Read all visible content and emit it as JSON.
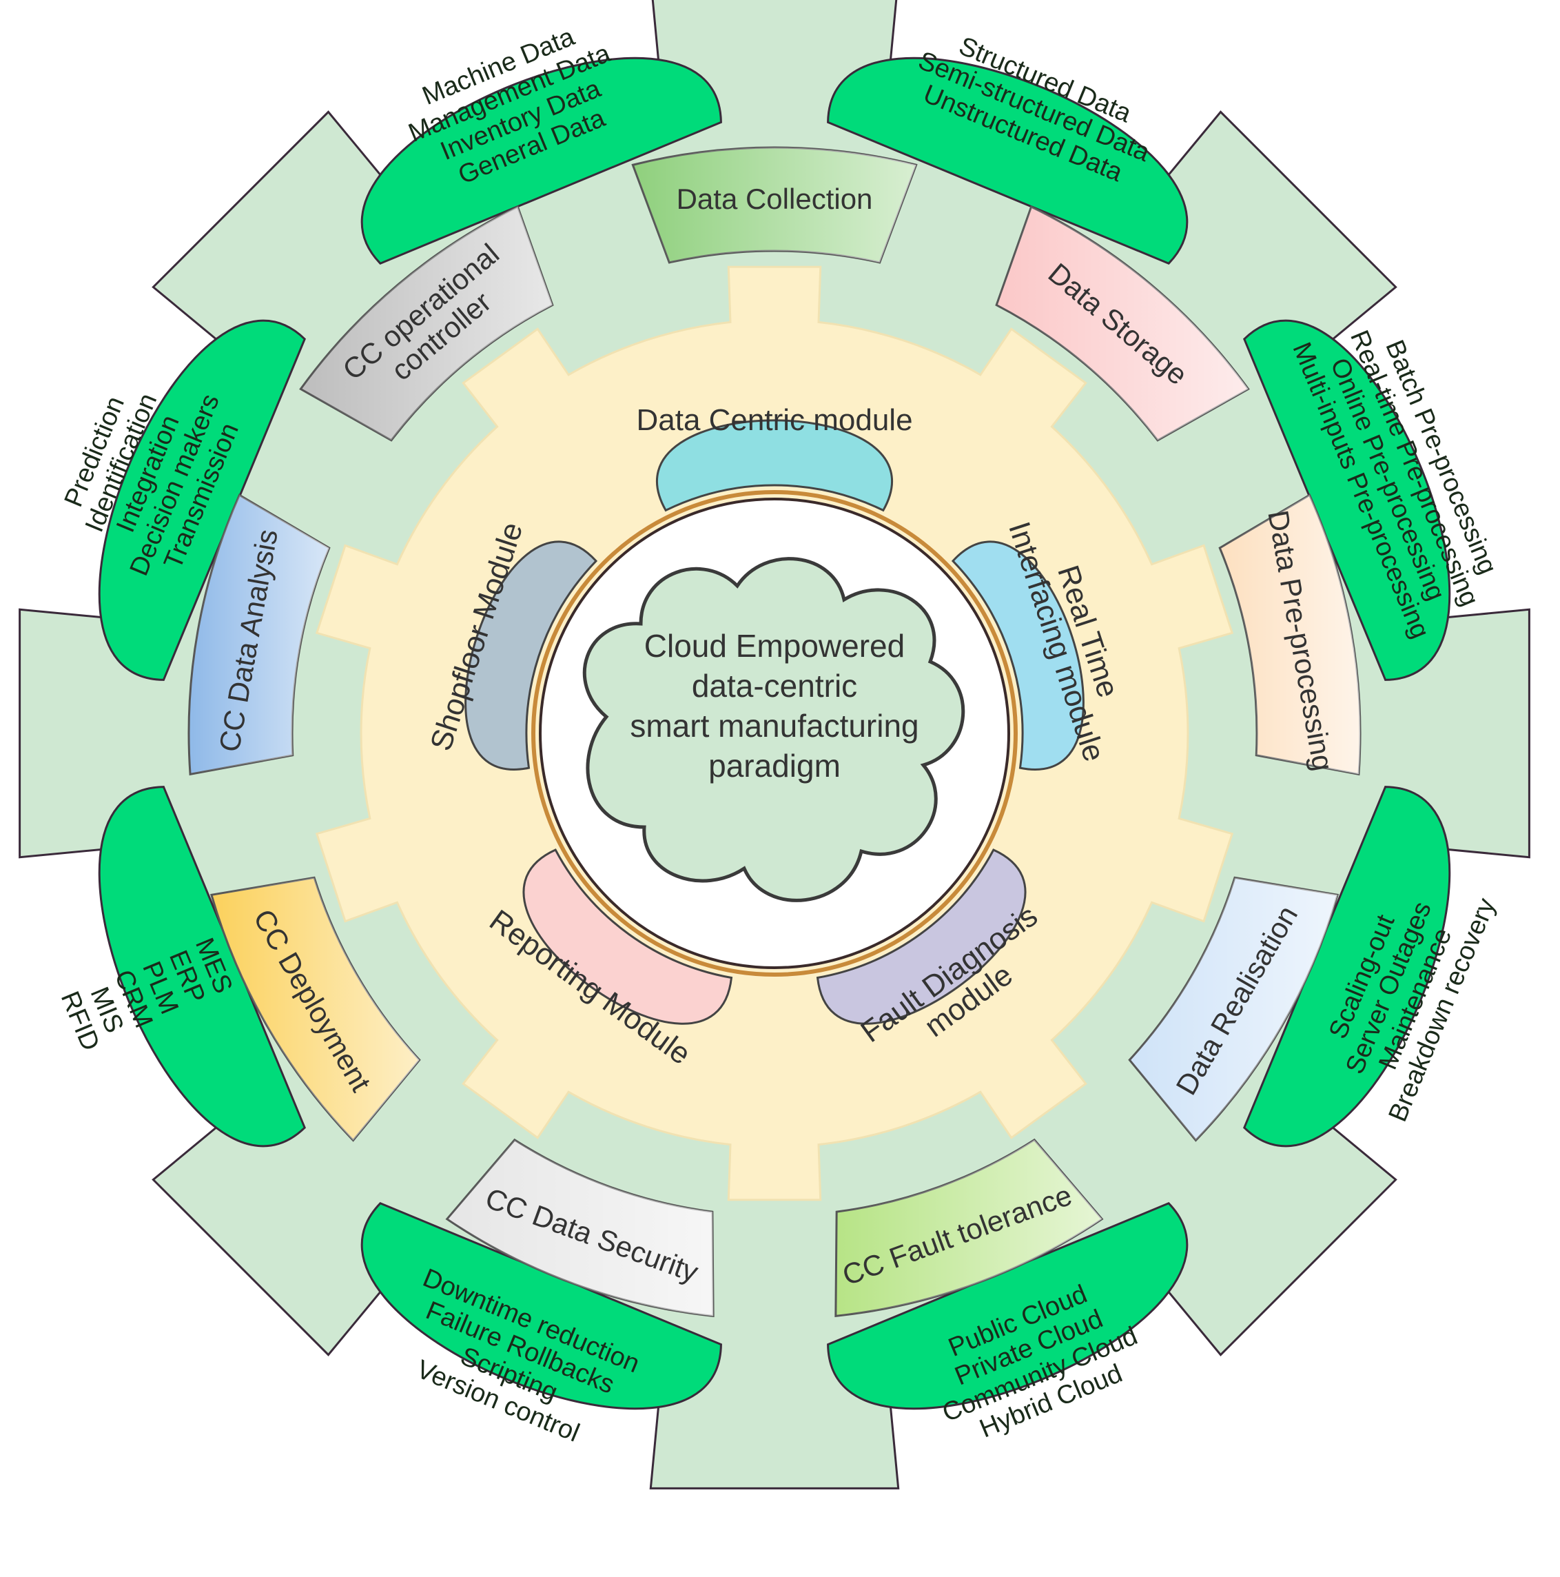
{
  "center": {
    "lines": [
      "Cloud Empowered",
      "data-centric",
      "smart manufacturing",
      "paradigm"
    ]
  },
  "inner_modules": [
    {
      "lines": [
        "Data Centric module"
      ],
      "color": "#8fdfe2"
    },
    {
      "lines": [
        "Real Time",
        "Interfacing module"
      ],
      "color": "#a0def0"
    },
    {
      "lines": [
        "Fault Diagnosis",
        "module"
      ],
      "color": "#c9c6e0"
    },
    {
      "lines": [
        "Reporting Module"
      ],
      "color": "#fbd2d0"
    },
    {
      "lines": [
        "Shopfloor Module"
      ],
      "color": "#b1c3cf"
    }
  ],
  "middle_items": [
    {
      "lines": [
        "Data Collection"
      ],
      "color": "#8fd07d"
    },
    {
      "lines": [
        "Data Storage"
      ],
      "color": "#fbc8c8"
    },
    {
      "lines": [
        "Data Pre-processing"
      ],
      "color": "#fde0c0"
    },
    {
      "lines": [
        "Data Realisation"
      ],
      "color": "#cfe3f8"
    },
    {
      "lines": [
        "CC Fault tolerance"
      ],
      "color": "#b7e486"
    },
    {
      "lines": [
        "CC Data Security"
      ],
      "color": "#e6e6e6"
    },
    {
      "lines": [
        "CC Deployment"
      ],
      "color": "#fbd15c"
    },
    {
      "lines": [
        "CC Data Analysis"
      ],
      "color": "#8fb9e8"
    },
    {
      "lines": [
        "CC operational",
        "controller"
      ],
      "color": "#bdbdbd"
    }
  ],
  "outer_groups": [
    {
      "lines": [
        "Machine Data",
        "Management Data",
        "Inventory Data",
        "General Data"
      ]
    },
    {
      "lines": [
        "Structured Data",
        "Semi-structured Data",
        "Unstructured Data"
      ]
    },
    {
      "lines": [
        "Batch Pre-processing",
        "Real-time Pre-processing",
        "Online Pre-processing",
        "Multi-inputs Pre-processing"
      ]
    },
    {
      "lines": [
        "Scaling-out",
        "Server Outages",
        "Maintenance",
        "Breakdown recovery"
      ]
    },
    {
      "lines": [
        "Public Cloud",
        "Private Cloud",
        "Community Cloud",
        "Hybrid Cloud"
      ]
    },
    {
      "lines": [
        "Downtime reduction",
        "Failure Rollbacks",
        "Scripting",
        "Version control"
      ]
    },
    {
      "lines": [
        "MES",
        "ERP",
        "PLM",
        "CRM",
        "MIS",
        "RFID"
      ]
    },
    {
      "lines": [
        "Prediction",
        "Identification",
        "Integration",
        "Decision makers",
        "Transmission"
      ]
    }
  ],
  "colors": {
    "outer_gear": "#cfe8d2",
    "inner_gear": "#fdf0c8",
    "green_blob": "#00db7a",
    "cloud": "#cfe8d2",
    "outline": "#2a2a2a"
  }
}
